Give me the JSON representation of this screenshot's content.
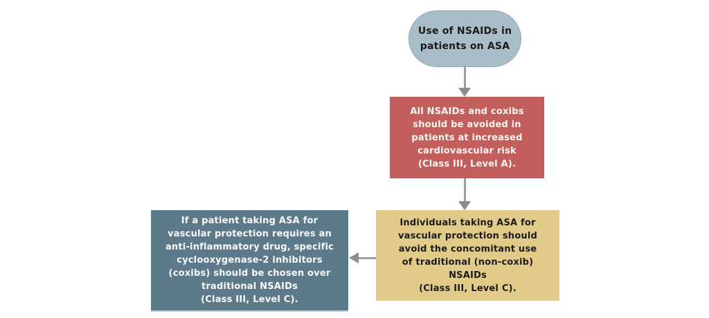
{
  "colors": {
    "background": "#ffffff",
    "start_node_fill": "#a9bdc8",
    "start_node_border": "#93a8b4",
    "red_node_fill": "#c25f5c",
    "tan_node_fill": "#e2cb89",
    "slate_node_fill": "#5d7a8a",
    "arrow_line": "#9e9e9e",
    "arrow_head": "#8c8c8c",
    "text_dark": "#1a1a1a",
    "text_light": "#ffffff"
  },
  "flowchart": {
    "start": {
      "label": "Use of NSAIDs in\npatients on ASA"
    },
    "red_box": {
      "label": "All NSAIDs and coxibs\nshould be avoided in\npatients at increased\ncardiovascular risk\n(Class III, Level A)."
    },
    "tan_box": {
      "label": "Individuals taking ASA for\nvascular protection should\navoid the concomitant use\nof traditional (non-coxib)\nNSAIDs\n(Class III, Level C)."
    },
    "slate_box": {
      "label": "If a patient taking ASA for\nvascular protection requires an\nanti-inflammatory drug, specific\ncyclooxygenase-2 inhibitors\n(coxibs) should be chosen over\ntraditional NSAIDs\n(Class III, Level C)."
    }
  }
}
